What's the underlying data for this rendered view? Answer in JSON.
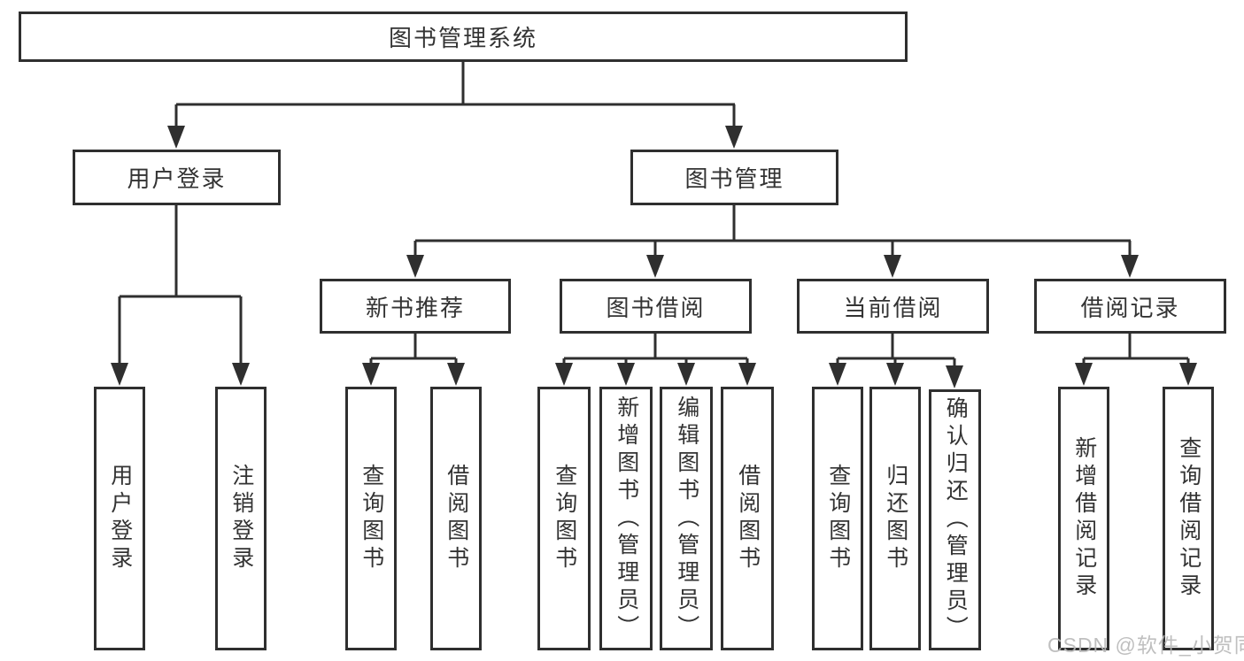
{
  "tree": {
    "label": "图书管理系统",
    "children": [
      {
        "label": "用户登录",
        "children": [
          {
            "label": "用户登录"
          },
          {
            "label": "注销登录"
          }
        ]
      },
      {
        "label": "图书管理",
        "children": [
          {
            "label": "新书推荐",
            "children": [
              {
                "label": "查询图书"
              },
              {
                "label": "借阅图书"
              }
            ]
          },
          {
            "label": "图书借阅",
            "children": [
              {
                "label": "查询图书"
              },
              {
                "label": "新增图书（管理员）"
              },
              {
                "label": "编辑图书（管理员）"
              },
              {
                "label": "借阅图书"
              }
            ]
          },
          {
            "label": "当前借阅",
            "children": [
              {
                "label": "查询图书"
              },
              {
                "label": "归还图书"
              },
              {
                "label": "确认归还（管理员）"
              }
            ]
          },
          {
            "label": "借阅记录",
            "children": [
              {
                "label": "新增借阅记录"
              },
              {
                "label": "查询借阅记录"
              }
            ]
          }
        ]
      }
    ]
  },
  "watermark": "CSDN @软件_小贺同学",
  "colors": {
    "background": "#ffffff",
    "box_border": "#2f2f2f",
    "line": "#2f2f2f",
    "text": "#333333",
    "watermark": "#b9b9b9"
  }
}
